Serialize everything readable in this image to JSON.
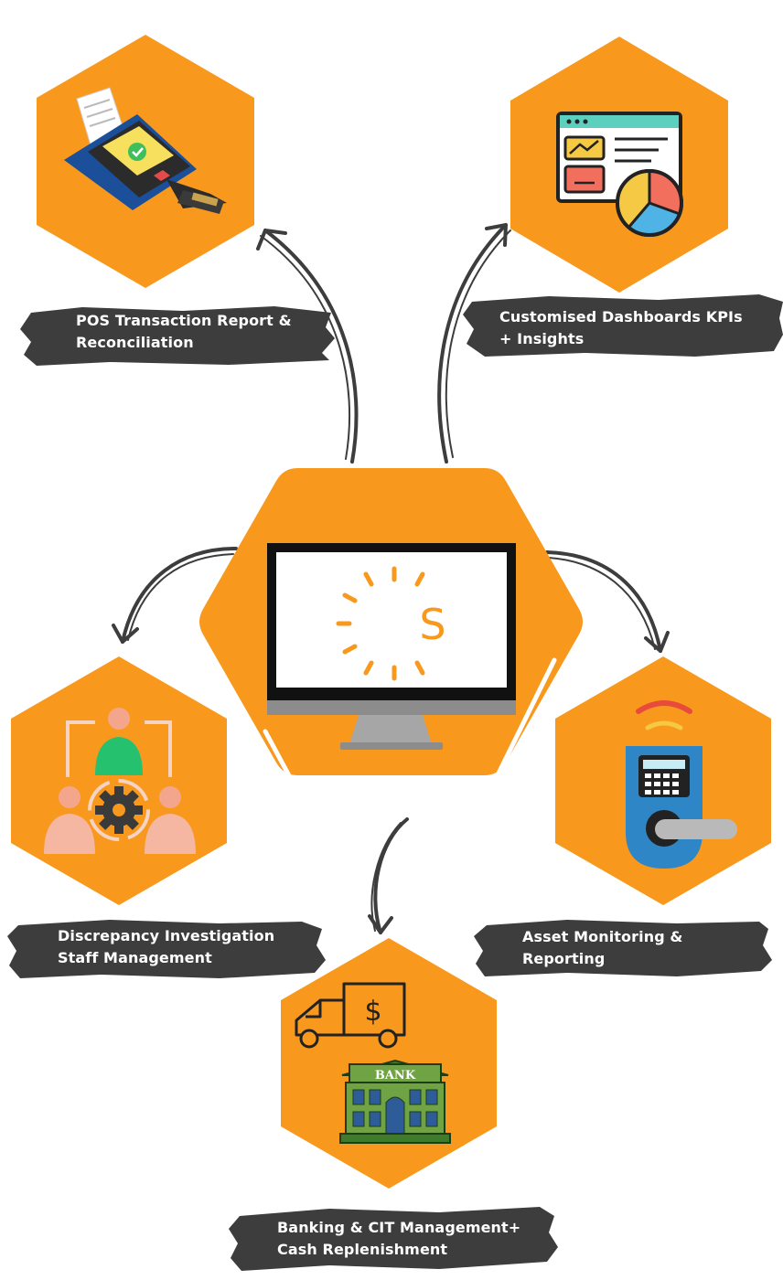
{
  "colors": {
    "hex_orange": "#F8991D",
    "brush": "#3D3D3D",
    "arrow": "#3D3D3D",
    "label_text": "#FFFFFF"
  },
  "center": {
    "icon": "monitor-icon",
    "logo_letter": "S",
    "logo_color": "#F8991D"
  },
  "nodes": [
    {
      "id": "pos",
      "icon": "pos-terminal-icon",
      "label_lines": [
        "POS Transaction Report &",
        "Reconciliation"
      ]
    },
    {
      "id": "dash",
      "icon": "dashboard-analytics-icon",
      "label_lines": [
        "Customised Dashboards KPIs",
        "+ Insights"
      ]
    },
    {
      "id": "staff",
      "icon": "staff-management-icon",
      "label_lines": [
        "Discrepancy Investigation",
        "Staff Management"
      ]
    },
    {
      "id": "asset",
      "icon": "smart-door-lock-icon",
      "label_lines": [
        "Asset Monitoring &",
        "Reporting"
      ]
    },
    {
      "id": "bank",
      "icon": "cash-truck-bank-icon",
      "label_lines": [
        "Banking & CIT Management+",
        "Cash Replenishment"
      ]
    }
  ]
}
